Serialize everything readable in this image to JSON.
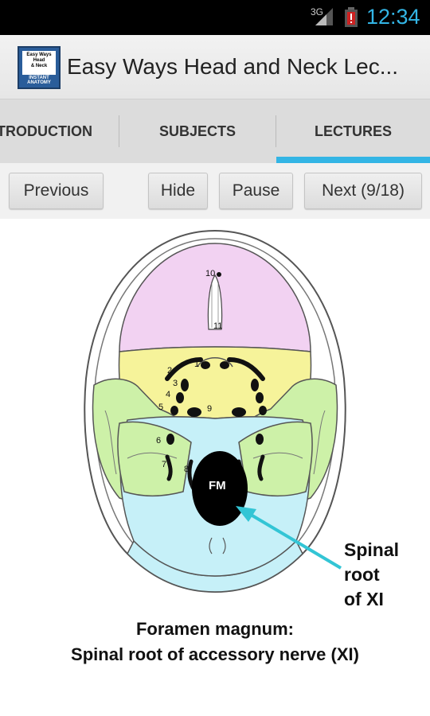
{
  "status": {
    "network": "3G",
    "time": "12:34"
  },
  "app": {
    "title": "Easy Ways Head and Neck Lec...",
    "icon_lines": [
      "Easy Ways",
      "Head",
      "& Neck"
    ],
    "icon_foot": [
      "INSTANT",
      "ANATOMY"
    ]
  },
  "tabs": [
    {
      "label": "TRODUCTION"
    },
    {
      "label": "SUBJECTS"
    },
    {
      "label": "LECTURES"
    }
  ],
  "controls": {
    "previous": "Previous",
    "hide": "Hide",
    "pause": "Pause",
    "next": "Next (9/18)"
  },
  "diagram": {
    "fm_label": "FM",
    "numbers": [
      "10",
      "11",
      "1",
      "2",
      "3",
      "4",
      "5",
      "9",
      "6",
      "7",
      "8"
    ],
    "pointer_lines": [
      "Spinal",
      "root",
      "of XI"
    ],
    "caption_line1": "Foramen magnum:",
    "caption_line2": "Spinal root of accessory nerve (XI)",
    "colors": {
      "anterior_fossa": "#f2d2f2",
      "middle_fossa": "#f6f39a",
      "temporal": "#cdf1a8",
      "posterior_fossa": "#c6f0f8",
      "arrow": "#33c5d5"
    }
  }
}
